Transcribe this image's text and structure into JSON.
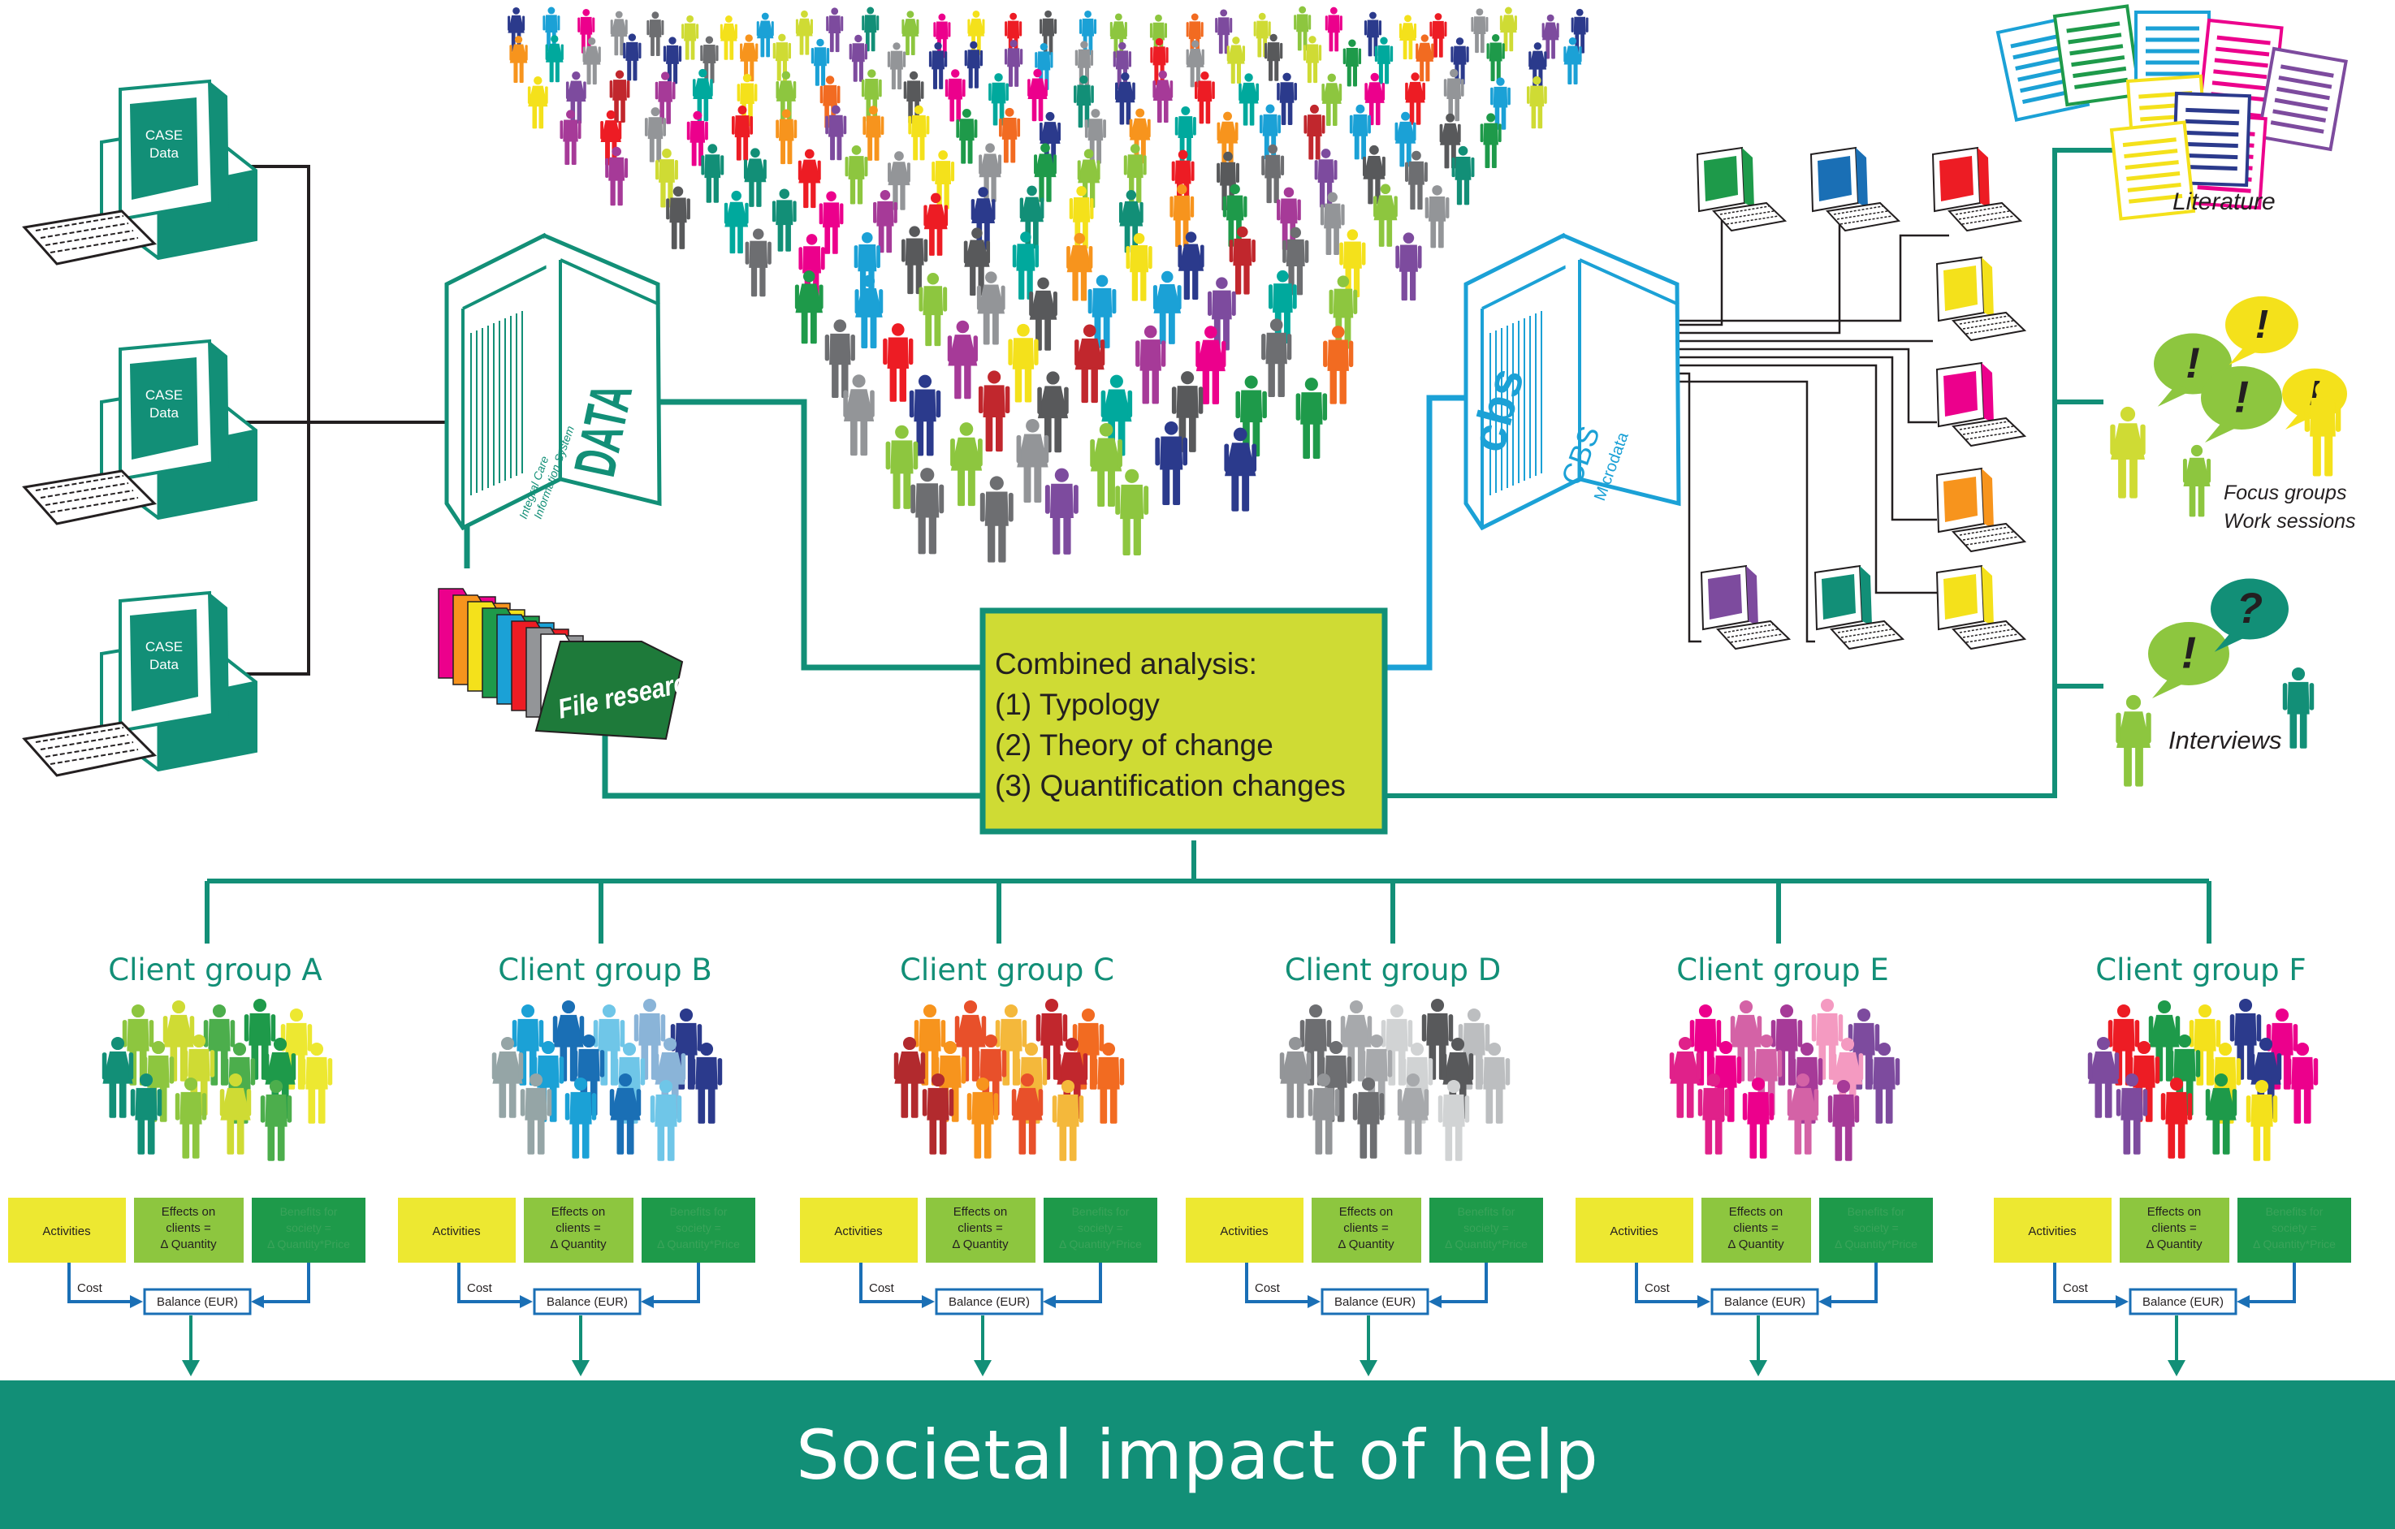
{
  "colors": {
    "teal": "#128f77",
    "blue": "#1ba1d6",
    "center_box_fill": "#cfdb34",
    "yellow_box": "#ede831",
    "light_green_box": "#8dc63f",
    "dark_green_box": "#1e9a4a",
    "arrow_blue": "#1a6fb5",
    "footer_bg": "#128f77",
    "footer_text": "#ffffff"
  },
  "left_computers": [
    {
      "screen_label": "CASE\nData"
    },
    {
      "screen_label": "CASE\nData"
    },
    {
      "screen_label": "CASE\nData"
    }
  ],
  "data_server": {
    "label": "DATA",
    "sublabel": "Integral Care\nInformation System"
  },
  "cbs_server": {
    "logo": "cbs",
    "label": "CBS",
    "sublabel": "Microdata"
  },
  "file_research": {
    "label": "File research"
  },
  "center_box": {
    "title": "Combined analysis:",
    "items": [
      "(1) Typology",
      "(2) Theory of change",
      "(3) Quantification changes"
    ]
  },
  "right_sources": {
    "literature": "Literature",
    "focus_groups": [
      "Focus groups",
      "Work sessions"
    ],
    "interviews": "Interviews",
    "bubble_marks": [
      "!",
      "!",
      "!",
      "!",
      "?"
    ]
  },
  "client_groups": [
    {
      "name": "Client group A",
      "palette": [
        "#8dc63f",
        "#cfdb34",
        "#4cae4c",
        "#1e9a4a",
        "#ede831",
        "#128f77"
      ]
    },
    {
      "name": "Client group B",
      "palette": [
        "#1ba1d6",
        "#1a6fb5",
        "#6fc6e8",
        "#8ab4d8",
        "#2b3a8c",
        "#95a5a6"
      ]
    },
    {
      "name": "Client group C",
      "palette": [
        "#f7941d",
        "#e8502a",
        "#f4b83b",
        "#c1272d",
        "#f26b21",
        "#b22a2e"
      ]
    },
    {
      "name": "Client group D",
      "palette": [
        "#6d6e71",
        "#a7a9ac",
        "#d1d3d4",
        "#58595b",
        "#bcbec0",
        "#939598"
      ]
    },
    {
      "name": "Client group E",
      "palette": [
        "#ec008c",
        "#d462a6",
        "#a63a98",
        "#f49ac1",
        "#7d4b9e",
        "#e0218a"
      ]
    },
    {
      "name": "Client group F",
      "palette": [
        "#ed1c24",
        "#1e9a4a",
        "#f4e11b",
        "#2b3a8c",
        "#ec008c",
        "#7d4b9e"
      ]
    }
  ],
  "model_boxes": {
    "activities": "Activities",
    "effects": [
      "Effects on",
      "clients =",
      "Δ Quantity"
    ],
    "benefits": [
      "Benefits for",
      "society =",
      "Δ Quantity*Price"
    ],
    "cost": "Cost",
    "balance": "Balance (EUR)"
  },
  "footer": {
    "text": "Societal impact of help"
  }
}
